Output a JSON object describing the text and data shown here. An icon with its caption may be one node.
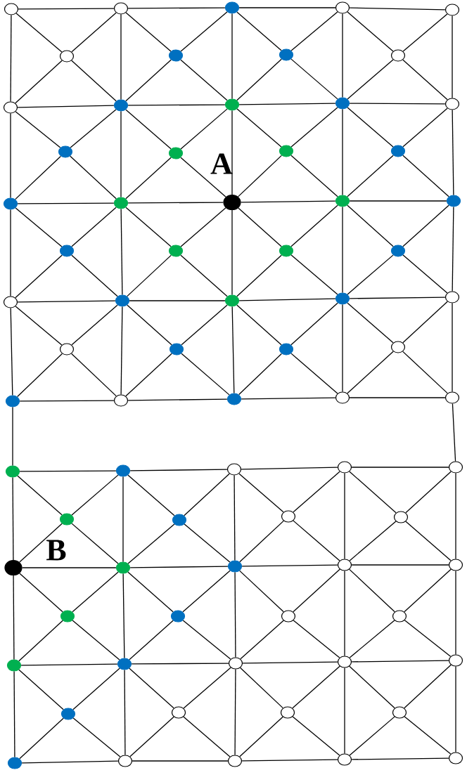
{
  "diagram": {
    "nodes": [
      {
        "text": [],
        "shape": "circle"
      },
      {
        "text": [],
        "shape": "circle"
      },
      {
        "text": [],
        "shape": "circle"
      },
      {
        "text": [],
        "shape": "circle"
      },
      {
        "text": [],
        "shape": "circle"
      },
      {
        "text": [],
        "shape": "circle"
      },
      {
        "text": [],
        "shape": "circle"
      },
      {
        "text": [],
        "shape": "circle"
      },
      {
        "text": [],
        "shape": "circle"
      },
      {
        "text": [],
        "shape": "circle"
      },
      {
        "text": [],
        "shape": "circle"
      },
      {
        "text": [],
        "shape": "circle"
      },
      {
        "text": [],
        "shape": "circle"
      },
      {
        "text": [],
        "shape": "circle"
      },
      {
        "text": [],
        "shape": "circle"
      },
      {
        "text": [],
        "shape": "circle"
      },
      {
        "text": [],
        "shape": "circle"
      },
      {
        "text": [],
        "shape": "circle"
      },
      {
        "text": [],
        "shape": "circle"
      },
      {
        "text": [],
        "shape": "circle"
      },
      {
        "text": [],
        "shape": "circle",
        "beside": [
          "A"
        ]
      },
      {
        "text": [],
        "shape": "circle"
      },
      {
        "text": [],
        "shape": "circle"
      },
      {
        "text": [],
        "shape": "circle"
      },
      {
        "text": [],
        "shape": "circle"
      },
      {
        "text": [],
        "shape": "circle"
      },
      {
        "text": [],
        "shape": "circle"
      },
      {
        "text": [],
        "shape": "circle"
      },
      {
        "text": [],
        "shape": "circle"
      },
      {
        "text": [],
        "shape": "circle"
      },
      {
        "text": [],
        "shape": "circle"
      },
      {
        "text": [],
        "shape": "circle"
      },
      {
        "text": [],
        "shape": "circle"
      },
      {
        "text": [],
        "shape": "circle"
      },
      {
        "text": [],
        "shape": "circle"
      },
      {
        "text": [],
        "shape": "circle"
      },
      {
        "text": [],
        "shape": "circle"
      },
      {
        "text": [],
        "shape": "circle"
      },
      {
        "text": [],
        "shape": "circle"
      },
      {
        "text": [],
        "shape": "circle"
      },
      {
        "text": [],
        "shape": "circle"
      },
      {
        "text": [],
        "shape": "circle"
      },
      {
        "text": [],
        "shape": "circle"
      },
      {
        "text": [],
        "shape": "circle"
      },
      {
        "text": [],
        "shape": "circle"
      },
      {
        "text": [],
        "shape": "circle"
      },
      {
        "text": [],
        "shape": "circle"
      },
      {
        "text": [],
        "shape": "circle"
      },
      {
        "text": [],
        "shape": "circle"
      },
      {
        "text": [],
        "shape": "circle"
      },
      {
        "text": [],
        "shape": "circle",
        "beside": [
          "B"
        ]
      },
      {
        "text": [],
        "shape": "circle"
      },
      {
        "text": [],
        "shape": "circle"
      },
      {
        "text": [],
        "shape": "circle"
      },
      {
        "text": [],
        "shape": "circle"
      },
      {
        "text": [],
        "shape": "circle"
      },
      {
        "text": [],
        "shape": "circle"
      },
      {
        "text": [],
        "shape": "circle"
      },
      {
        "text": [],
        "shape": "circle"
      },
      {
        "text": [],
        "shape": "circle"
      },
      {
        "text": [],
        "shape": "circle"
      },
      {
        "text": [],
        "shape": "circle"
      },
      {
        "text": [],
        "shape": "circle"
      },
      {
        "text": [],
        "shape": "circle"
      },
      {
        "text": [],
        "shape": "circle"
      },
      {
        "text": [],
        "shape": "circle"
      },
      {
        "text": [],
        "shape": "circle"
      },
      {
        "text": [],
        "shape": "circle"
      },
      {
        "text": [],
        "shape": "circle"
      },
      {
        "text": [],
        "shape": "circle"
      },
      {
        "text": [],
        "shape": "circle"
      },
      {
        "text": [],
        "shape": "circle"
      },
      {
        "text": [],
        "shape": "circle"
      }
    ],
    "edges": [
      {
        "from": 0,
        "to": 1,
        "arrow": "none"
      },
      {
        "from": 1,
        "to": 2,
        "arrow": "none"
      },
      {
        "from": 2,
        "to": 3,
        "arrow": "none"
      },
      {
        "from": 3,
        "to": 4,
        "arrow": "none"
      },
      {
        "from": 0,
        "to": 9,
        "arrow": "none"
      },
      {
        "from": 1,
        "to": 10,
        "arrow": "none"
      },
      {
        "from": 2,
        "to": 11,
        "arrow": "none"
      },
      {
        "from": 3,
        "to": 12,
        "arrow": "none"
      },
      {
        "from": 4,
        "to": 13,
        "arrow": "none"
      },
      {
        "from": 5,
        "to": 0,
        "arrow": "none"
      },
      {
        "from": 5,
        "to": 1,
        "arrow": "none"
      },
      {
        "from": 5,
        "to": 9,
        "arrow": "none"
      },
      {
        "from": 5,
        "to": 10,
        "arrow": "none"
      },
      {
        "from": 6,
        "to": 1,
        "arrow": "none"
      },
      {
        "from": 6,
        "to": 2,
        "arrow": "none"
      },
      {
        "from": 6,
        "to": 10,
        "arrow": "none"
      },
      {
        "from": 6,
        "to": 11,
        "arrow": "none"
      },
      {
        "from": 7,
        "to": 2,
        "arrow": "none"
      },
      {
        "from": 7,
        "to": 3,
        "arrow": "none"
      },
      {
        "from": 7,
        "to": 11,
        "arrow": "none"
      },
      {
        "from": 7,
        "to": 12,
        "arrow": "none"
      },
      {
        "from": 8,
        "to": 3,
        "arrow": "none"
      },
      {
        "from": 8,
        "to": 4,
        "arrow": "none"
      },
      {
        "from": 8,
        "to": 12,
        "arrow": "none"
      },
      {
        "from": 8,
        "to": 13,
        "arrow": "none"
      },
      {
        "from": 9,
        "to": 10,
        "arrow": "none"
      },
      {
        "from": 10,
        "to": 11,
        "arrow": "none"
      },
      {
        "from": 11,
        "to": 12,
        "arrow": "none"
      },
      {
        "from": 12,
        "to": 13,
        "arrow": "none"
      },
      {
        "from": 9,
        "to": 18,
        "arrow": "none"
      },
      {
        "from": 10,
        "to": 19,
        "arrow": "none"
      },
      {
        "from": 11,
        "to": 20,
        "arrow": "none"
      },
      {
        "from": 12,
        "to": 21,
        "arrow": "none"
      },
      {
        "from": 13,
        "to": 22,
        "arrow": "none"
      },
      {
        "from": 14,
        "to": 9,
        "arrow": "none"
      },
      {
        "from": 14,
        "to": 10,
        "arrow": "none"
      },
      {
        "from": 14,
        "to": 18,
        "arrow": "none"
      },
      {
        "from": 14,
        "to": 19,
        "arrow": "none"
      },
      {
        "from": 15,
        "to": 10,
        "arrow": "none"
      },
      {
        "from": 15,
        "to": 11,
        "arrow": "none"
      },
      {
        "from": 15,
        "to": 19,
        "arrow": "none"
      },
      {
        "from": 15,
        "to": 20,
        "arrow": "none"
      },
      {
        "from": 16,
        "to": 11,
        "arrow": "none"
      },
      {
        "from": 16,
        "to": 12,
        "arrow": "none"
      },
      {
        "from": 16,
        "to": 20,
        "arrow": "none"
      },
      {
        "from": 16,
        "to": 21,
        "arrow": "none"
      },
      {
        "from": 17,
        "to": 12,
        "arrow": "none"
      },
      {
        "from": 17,
        "to": 13,
        "arrow": "none"
      },
      {
        "from": 17,
        "to": 21,
        "arrow": "none"
      },
      {
        "from": 17,
        "to": 22,
        "arrow": "none"
      },
      {
        "from": 18,
        "to": 19,
        "arrow": "none"
      },
      {
        "from": 19,
        "to": 20,
        "arrow": "none"
      },
      {
        "from": 20,
        "to": 21,
        "arrow": "none"
      },
      {
        "from": 21,
        "to": 22,
        "arrow": "none"
      },
      {
        "from": 18,
        "to": 27,
        "arrow": "none"
      },
      {
        "from": 19,
        "to": 28,
        "arrow": "none"
      },
      {
        "from": 20,
        "to": 29,
        "arrow": "none"
      },
      {
        "from": 21,
        "to": 30,
        "arrow": "none"
      },
      {
        "from": 22,
        "to": 31,
        "arrow": "none"
      },
      {
        "from": 23,
        "to": 18,
        "arrow": "none"
      },
      {
        "from": 23,
        "to": 19,
        "arrow": "none"
      },
      {
        "from": 23,
        "to": 27,
        "arrow": "none"
      },
      {
        "from": 23,
        "to": 28,
        "arrow": "none"
      },
      {
        "from": 24,
        "to": 19,
        "arrow": "none"
      },
      {
        "from": 24,
        "to": 20,
        "arrow": "none"
      },
      {
        "from": 24,
        "to": 28,
        "arrow": "none"
      },
      {
        "from": 24,
        "to": 29,
        "arrow": "none"
      },
      {
        "from": 25,
        "to": 20,
        "arrow": "none"
      },
      {
        "from": 25,
        "to": 21,
        "arrow": "none"
      },
      {
        "from": 25,
        "to": 29,
        "arrow": "none"
      },
      {
        "from": 25,
        "to": 30,
        "arrow": "none"
      },
      {
        "from": 26,
        "to": 21,
        "arrow": "none"
      },
      {
        "from": 26,
        "to": 22,
        "arrow": "none"
      },
      {
        "from": 26,
        "to": 30,
        "arrow": "none"
      },
      {
        "from": 26,
        "to": 31,
        "arrow": "none"
      },
      {
        "from": 27,
        "to": 28,
        "arrow": "none"
      },
      {
        "from": 28,
        "to": 29,
        "arrow": "none"
      },
      {
        "from": 29,
        "to": 30,
        "arrow": "none"
      },
      {
        "from": 30,
        "to": 31,
        "arrow": "none"
      },
      {
        "from": 27,
        "to": 36,
        "arrow": "none"
      },
      {
        "from": 28,
        "to": 37,
        "arrow": "none"
      },
      {
        "from": 29,
        "to": 38,
        "arrow": "none"
      },
      {
        "from": 30,
        "to": 39,
        "arrow": "none"
      },
      {
        "from": 31,
        "to": 40,
        "arrow": "none"
      },
      {
        "from": 32,
        "to": 27,
        "arrow": "none"
      },
      {
        "from": 32,
        "to": 28,
        "arrow": "none"
      },
      {
        "from": 32,
        "to": 36,
        "arrow": "none"
      },
      {
        "from": 32,
        "to": 37,
        "arrow": "none"
      },
      {
        "from": 33,
        "to": 28,
        "arrow": "none"
      },
      {
        "from": 33,
        "to": 29,
        "arrow": "none"
      },
      {
        "from": 33,
        "to": 37,
        "arrow": "none"
      },
      {
        "from": 33,
        "to": 38,
        "arrow": "none"
      },
      {
        "from": 34,
        "to": 29,
        "arrow": "none"
      },
      {
        "from": 34,
        "to": 30,
        "arrow": "none"
      },
      {
        "from": 34,
        "to": 38,
        "arrow": "none"
      },
      {
        "from": 34,
        "to": 39,
        "arrow": "none"
      },
      {
        "from": 35,
        "to": 30,
        "arrow": "none"
      },
      {
        "from": 35,
        "to": 31,
        "arrow": "none"
      },
      {
        "from": 35,
        "to": 39,
        "arrow": "none"
      },
      {
        "from": 35,
        "to": 40,
        "arrow": "none"
      },
      {
        "from": 36,
        "to": 37,
        "arrow": "none"
      },
      {
        "from": 37,
        "to": 38,
        "arrow": "none"
      },
      {
        "from": 38,
        "to": 39,
        "arrow": "none"
      },
      {
        "from": 39,
        "to": 40,
        "arrow": "none"
      },
      {
        "from": 36,
        "to": 41,
        "arrow": "none"
      },
      {
        "from": 40,
        "to": 45,
        "arrow": "none"
      },
      {
        "from": 41,
        "to": 42,
        "arrow": "none"
      },
      {
        "from": 42,
        "to": 43,
        "arrow": "none"
      },
      {
        "from": 43,
        "to": 44,
        "arrow": "none"
      },
      {
        "from": 44,
        "to": 45,
        "arrow": "none"
      },
      {
        "from": 41,
        "to": 50,
        "arrow": "none"
      },
      {
        "from": 42,
        "to": 51,
        "arrow": "none"
      },
      {
        "from": 43,
        "to": 52,
        "arrow": "none"
      },
      {
        "from": 44,
        "to": 53,
        "arrow": "none"
      },
      {
        "from": 45,
        "to": 54,
        "arrow": "none"
      },
      {
        "from": 46,
        "to": 41,
        "arrow": "none"
      },
      {
        "from": 46,
        "to": 42,
        "arrow": "none"
      },
      {
        "from": 46,
        "to": 50,
        "arrow": "none"
      },
      {
        "from": 46,
        "to": 51,
        "arrow": "none"
      },
      {
        "from": 47,
        "to": 42,
        "arrow": "none"
      },
      {
        "from": 47,
        "to": 43,
        "arrow": "none"
      },
      {
        "from": 47,
        "to": 51,
        "arrow": "none"
      },
      {
        "from": 47,
        "to": 52,
        "arrow": "none"
      },
      {
        "from": 48,
        "to": 43,
        "arrow": "none"
      },
      {
        "from": 48,
        "to": 44,
        "arrow": "none"
      },
      {
        "from": 48,
        "to": 52,
        "arrow": "none"
      },
      {
        "from": 48,
        "to": 53,
        "arrow": "none"
      },
      {
        "from": 49,
        "to": 44,
        "arrow": "none"
      },
      {
        "from": 49,
        "to": 45,
        "arrow": "none"
      },
      {
        "from": 49,
        "to": 53,
        "arrow": "none"
      },
      {
        "from": 49,
        "to": 54,
        "arrow": "none"
      },
      {
        "from": 50,
        "to": 51,
        "arrow": "none"
      },
      {
        "from": 51,
        "to": 52,
        "arrow": "none"
      },
      {
        "from": 52,
        "to": 53,
        "arrow": "none"
      },
      {
        "from": 53,
        "to": 54,
        "arrow": "none"
      },
      {
        "from": 50,
        "to": 59,
        "arrow": "none"
      },
      {
        "from": 51,
        "to": 60,
        "arrow": "none"
      },
      {
        "from": 52,
        "to": 61,
        "arrow": "none"
      },
      {
        "from": 53,
        "to": 62,
        "arrow": "none"
      },
      {
        "from": 54,
        "to": 63,
        "arrow": "none"
      },
      {
        "from": 55,
        "to": 50,
        "arrow": "none"
      },
      {
        "from": 55,
        "to": 51,
        "arrow": "none"
      },
      {
        "from": 55,
        "to": 59,
        "arrow": "none"
      },
      {
        "from": 55,
        "to": 60,
        "arrow": "none"
      },
      {
        "from": 56,
        "to": 51,
        "arrow": "none"
      },
      {
        "from": 56,
        "to": 52,
        "arrow": "none"
      },
      {
        "from": 56,
        "to": 60,
        "arrow": "none"
      },
      {
        "from": 56,
        "to": 61,
        "arrow": "none"
      },
      {
        "from": 57,
        "to": 52,
        "arrow": "none"
      },
      {
        "from": 57,
        "to": 53,
        "arrow": "none"
      },
      {
        "from": 57,
        "to": 61,
        "arrow": "none"
      },
      {
        "from": 57,
        "to": 62,
        "arrow": "none"
      },
      {
        "from": 58,
        "to": 53,
        "arrow": "none"
      },
      {
        "from": 58,
        "to": 54,
        "arrow": "none"
      },
      {
        "from": 58,
        "to": 62,
        "arrow": "none"
      },
      {
        "from": 58,
        "to": 63,
        "arrow": "none"
      },
      {
        "from": 59,
        "to": 60,
        "arrow": "none"
      },
      {
        "from": 60,
        "to": 61,
        "arrow": "none"
      },
      {
        "from": 61,
        "to": 62,
        "arrow": "none"
      },
      {
        "from": 62,
        "to": 63,
        "arrow": "none"
      },
      {
        "from": 59,
        "to": 68,
        "arrow": "none"
      },
      {
        "from": 60,
        "to": 69,
        "arrow": "none"
      },
      {
        "from": 61,
        "to": 70,
        "arrow": "none"
      },
      {
        "from": 62,
        "to": 71,
        "arrow": "none"
      },
      {
        "from": 63,
        "to": 72,
        "arrow": "none"
      },
      {
        "from": 64,
        "to": 59,
        "arrow": "none"
      },
      {
        "from": 64,
        "to": 60,
        "arrow": "none"
      },
      {
        "from": 64,
        "to": 68,
        "arrow": "none"
      },
      {
        "from": 64,
        "to": 69,
        "arrow": "none"
      },
      {
        "from": 65,
        "to": 60,
        "arrow": "none"
      },
      {
        "from": 65,
        "to": 61,
        "arrow": "none"
      },
      {
        "from": 65,
        "to": 69,
        "arrow": "none"
      },
      {
        "from": 65,
        "to": 70,
        "arrow": "none"
      },
      {
        "from": 66,
        "to": 61,
        "arrow": "none"
      },
      {
        "from": 66,
        "to": 62,
        "arrow": "none"
      },
      {
        "from": 66,
        "to": 70,
        "arrow": "none"
      },
      {
        "from": 66,
        "to": 71,
        "arrow": "none"
      },
      {
        "from": 67,
        "to": 62,
        "arrow": "none"
      },
      {
        "from": 67,
        "to": 63,
        "arrow": "none"
      },
      {
        "from": 67,
        "to": 71,
        "arrow": "none"
      },
      {
        "from": 67,
        "to": 72,
        "arrow": "none"
      },
      {
        "from": 68,
        "to": 69,
        "arrow": "none"
      },
      {
        "from": 69,
        "to": 70,
        "arrow": "none"
      },
      {
        "from": 70,
        "to": 71,
        "arrow": "none"
      },
      {
        "from": 71,
        "to": 72,
        "arrow": "none"
      }
    ]
  }
}
